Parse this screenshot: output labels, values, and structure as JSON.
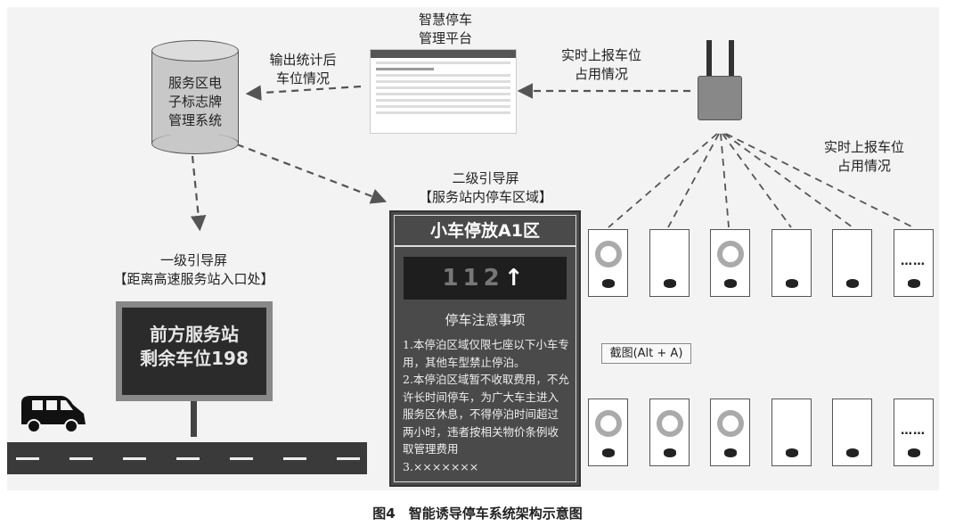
{
  "nodes": {
    "db_label": [
      "服务区电",
      "子标志牌",
      "管理系统"
    ],
    "platform_label": [
      "智慧停车",
      "管理平台"
    ],
    "output_label": [
      "输出统计后",
      "车位情况"
    ],
    "report_label_top": [
      "实时上报车位",
      "占用情况"
    ],
    "report_label_right": [
      "实时上报车位",
      "占用情况"
    ],
    "level2_label": [
      "二级引导屏",
      "【服务站内停车区域】"
    ],
    "level1_label": [
      "一级引导屏",
      "【距离高速服务站入口处】"
    ]
  },
  "sign1": {
    "line1": "前方服务站",
    "line2": "剩余车位198"
  },
  "sign2": {
    "title": "小车停放A1区",
    "count": "112",
    "arrow": "↑",
    "notice_title": "停车注意事项",
    "rules": [
      "1.本停泊区域仅限七座以下小车专用，其他车型禁止停泊。",
      "2.本停泊区域暂不收取费用，不允许长时间停车，为广大车主进入服务区休息，不得停泊时间超过两小时，违者按相关物价条例收取管理费用",
      "3.×××××××"
    ]
  },
  "slots_top": [
    "occupied",
    "empty",
    "occupied",
    "empty",
    "empty",
    "more"
  ],
  "slots_bottom": [
    "occupied",
    "occupied",
    "occupied",
    "empty",
    "empty",
    "more"
  ],
  "more_text": "……",
  "tooltip": "截图(Alt + A)",
  "caption": "图4　智能诱导停车系统架构示意图"
}
